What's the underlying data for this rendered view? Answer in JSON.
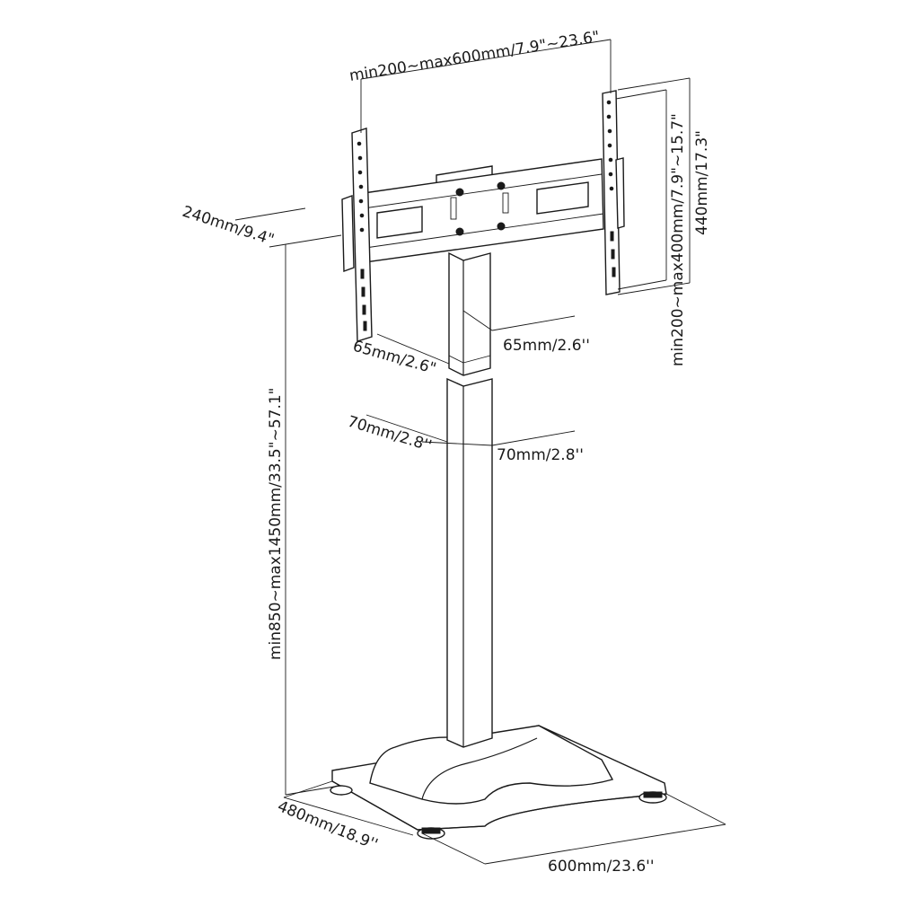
{
  "diagram": {
    "dimensions": {
      "vesa_width": "min200~max600mm/7.9\"~23.6\"",
      "vesa_height": "min200~max400mm/7.9\"~15.7\"",
      "bracket_height": "440mm/17.3\"",
      "bracket_depth": "240mm/9.4\"",
      "upper_pole_depth": "65mm/2.6\"",
      "upper_pole_width": "65mm/2.6''",
      "lower_pole_depth": "70mm/2.8''",
      "lower_pole_width": "70mm/2.8''",
      "total_height": "min850~max1450mm/33.5\"~57.1\"",
      "base_depth": "480mm/18.9''",
      "base_width": "600mm/23.6''"
    },
    "colors": {
      "line": "#1a1a1a",
      "background": "#ffffff"
    }
  }
}
